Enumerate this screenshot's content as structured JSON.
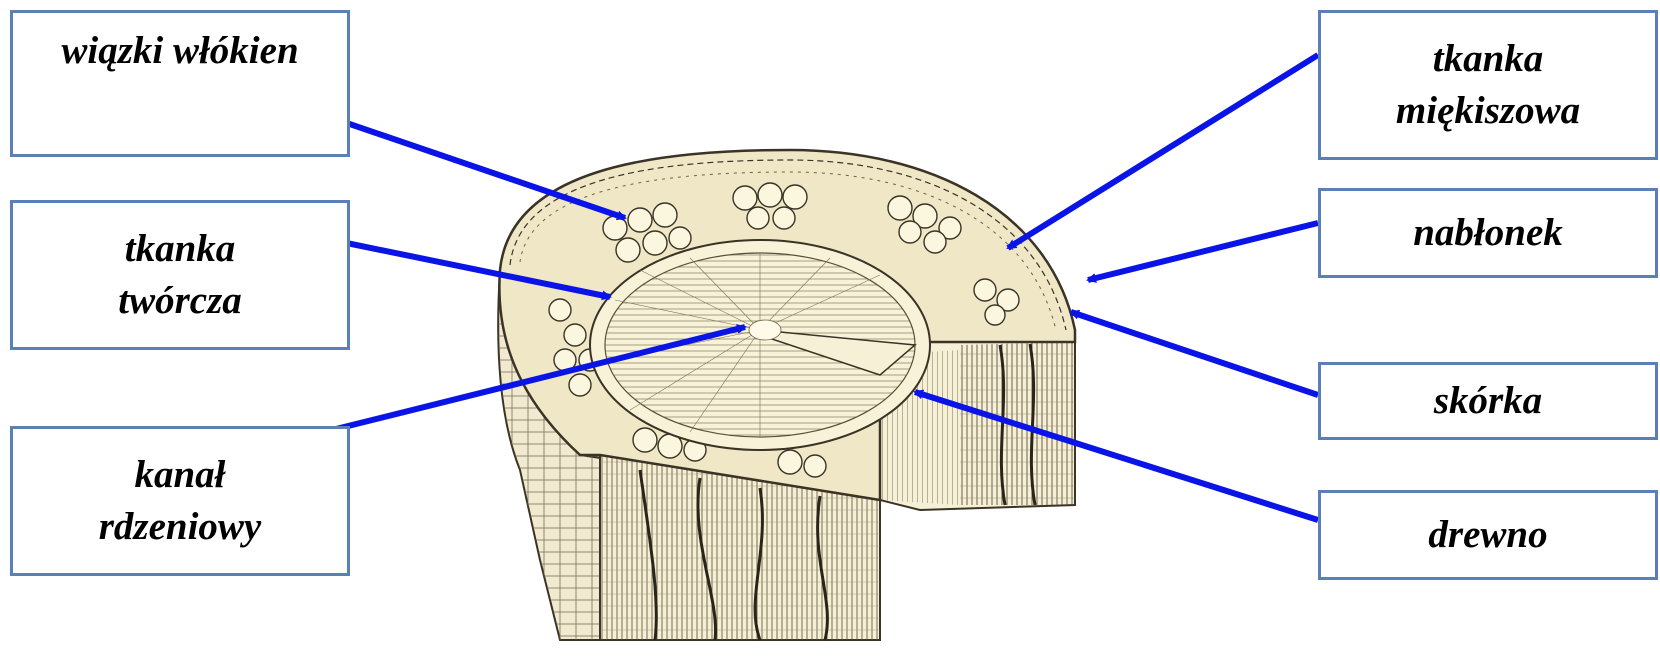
{
  "labels": {
    "fiber_bundles": "wiązki włókien",
    "cambium": "tkanka twórcza",
    "medullary_canal": "kanał rdzeniowy",
    "parenchyma": "tkanka miękiszowa",
    "epithelium": "nabłonek",
    "cortex": "skórka",
    "wood": "drewno"
  },
  "colors": {
    "box_border": "#5b7fb7",
    "arrow": "#0a14e6",
    "wood_fill": "#f3edc8",
    "wood_light": "#faf7e2",
    "ink": "#3a3326"
  },
  "icons": {
    "arrowhead": "arrowhead-icon"
  }
}
